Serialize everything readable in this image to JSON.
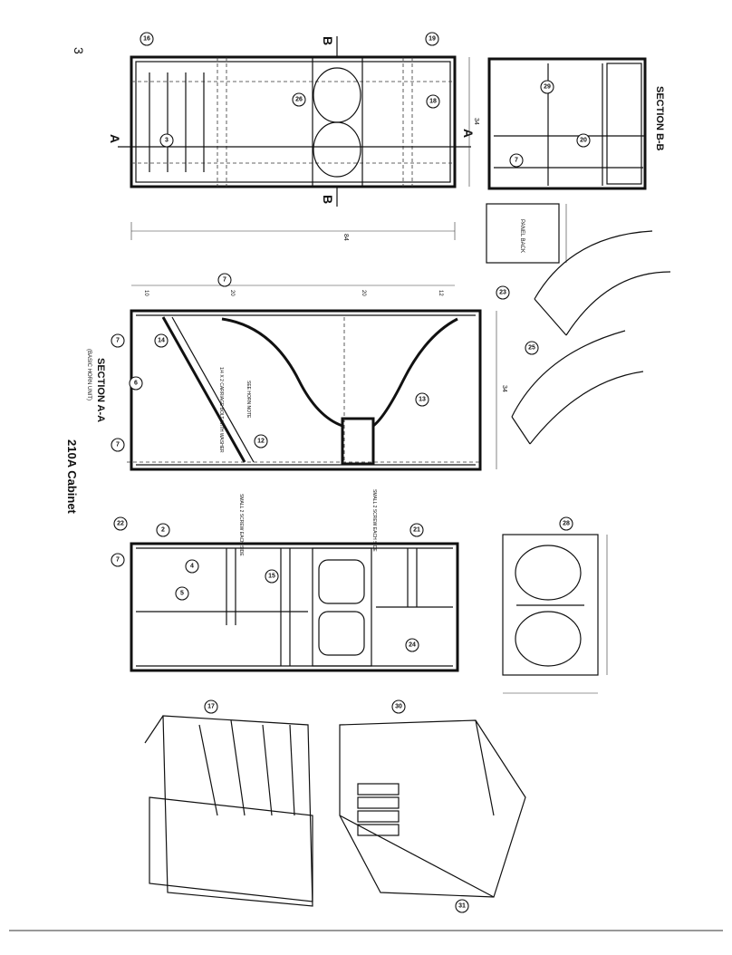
{
  "page_number": "3",
  "cabinet_title": "210A Cabinet",
  "section_aa": {
    "title": "SECTION A-A",
    "subtitle": "(BASIC HORN UNIT)"
  },
  "section_bb": {
    "title": "SECTION B-B"
  },
  "section_markers": {
    "a": "A",
    "b": "B"
  },
  "panel_label": "PANEL BACK",
  "notes": {
    "carriage_bolt": "1/4 X 2 CARRIAGE BOLT WITH WASHER",
    "carriage_bolt_2": "1/4 X 2 CARRIAGE BOLT WITH WASHER",
    "wood_screw": "SMALL 2 SCREW EACH SIDE",
    "wood_screw_2": "SMALL 2 SCREW EACH SIDE",
    "horn_note": "SEE HORN NOTE"
  },
  "dimensions": {
    "overall_length": "84",
    "overall_height": "34",
    "section_segments": [
      "10",
      "20",
      "20",
      "12"
    ]
  },
  "callouts": [
    "3",
    "7",
    "19",
    "20",
    "18",
    "16",
    "28",
    "5",
    "2",
    "4",
    "6",
    "12",
    "13",
    "14",
    "15",
    "17",
    "21",
    "22",
    "23",
    "24",
    "25",
    "26",
    "29",
    "30",
    "31"
  ]
}
